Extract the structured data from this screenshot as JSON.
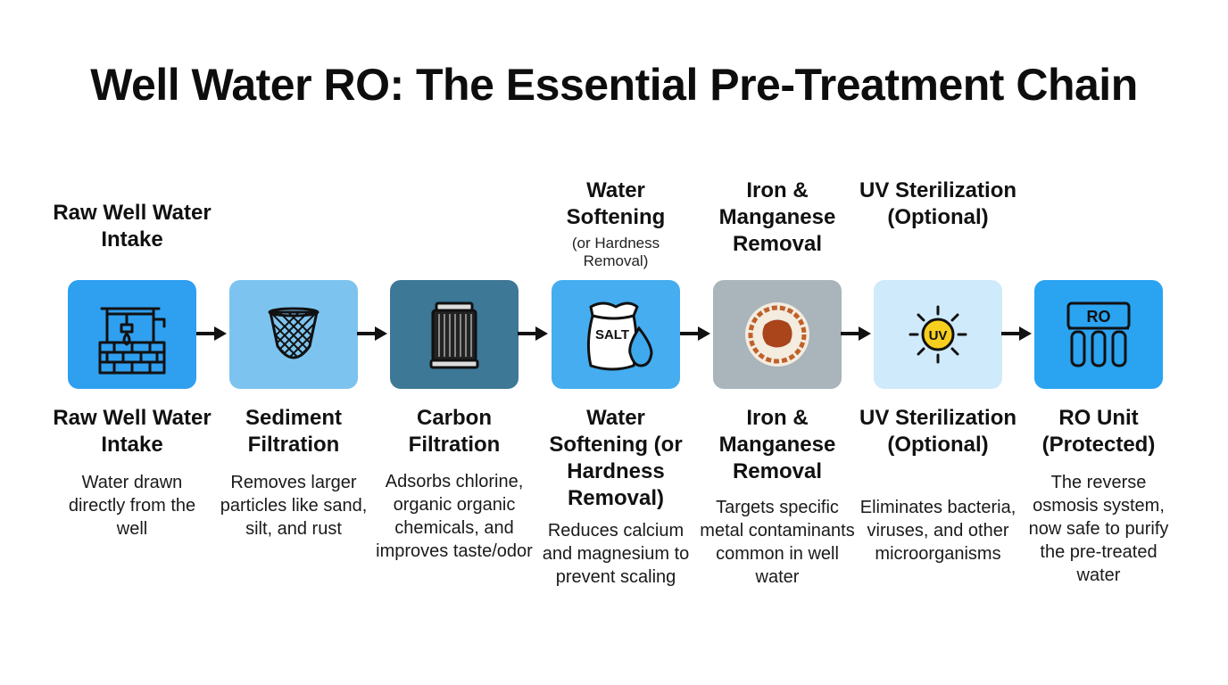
{
  "title": "Well Water RO: The Essential Pre-Treatment Chain",
  "steps": [
    {
      "top_label": "Raw Well Water Intake",
      "name": "Raw Well Water Intake",
      "description": "Water drawn directly from the well",
      "icon": "water-well-icon",
      "color": "#2f9ff0"
    },
    {
      "name": "Sediment Filtration",
      "description": "Removes larger particles like sand, silt, and rust",
      "icon": "sediment-net-icon",
      "color": "#7cc4ef"
    },
    {
      "name": "Carbon Filtration",
      "description": "Adsorbs chlorine, organic organic chemicals, and improves taste/odor",
      "icon": "carbon-cartridge-icon",
      "color": "#3d7896"
    },
    {
      "top_label": "Water Softening",
      "top_note": "(or Hardness Removal)",
      "name": "Water Softening (or Hardness Removal)",
      "description": "Reduces calcium and magnesium to prevent scaling",
      "icon": "salt-bag-icon",
      "icon_text": "SALT",
      "color": "#45adf0"
    },
    {
      "top_label": "Iron & Manganese Removal",
      "name": "Iron & Manganese Removal",
      "description": "Targets specific metal contaminants common in well water",
      "icon": "rust-stain-icon",
      "color": "#a9b4bb"
    },
    {
      "top_label": "UV Sterilization (Optional)",
      "name": "UV Sterilization (Optional)",
      "description": "Eliminates bacteria, viruses, and other microorganisms",
      "icon": "uv-sun-icon",
      "icon_text": "UV",
      "color": "#cfeafa"
    },
    {
      "name": "RO Unit (Protected)",
      "description": "The reverse osmosis system, now safe to purify the pre-treated water",
      "icon": "ro-unit-icon",
      "icon_text": "RO",
      "color": "#2aa3f1"
    }
  ]
}
